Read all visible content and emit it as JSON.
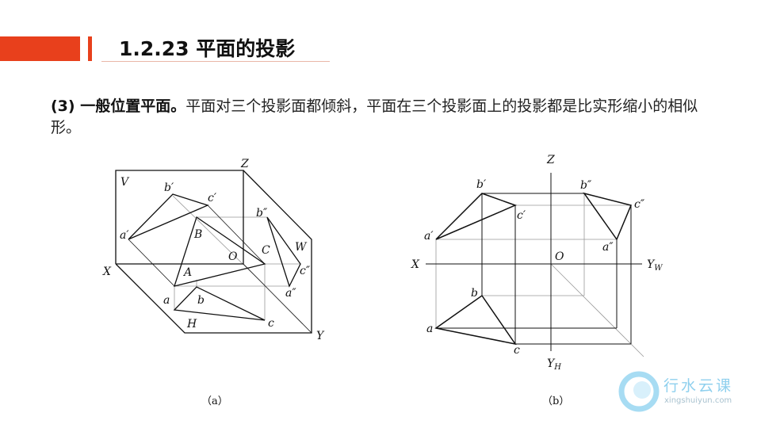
{
  "header": {
    "title": "1.2.23  平面的投影"
  },
  "body": {
    "bold": "(3) 一般位置平面。",
    "text": "平面对三个投影面都倾斜，平面在三个投影面上的投影都是比实形缩小的相似形。"
  },
  "figure_a": {
    "caption": "（a）",
    "labels": {
      "Z": "Z",
      "V": "V",
      "X": "X",
      "Y": "Y",
      "O": "O",
      "W": "W",
      "H": "H",
      "A": "A",
      "B": "B",
      "C": "C",
      "a": "a",
      "b": "b",
      "c": "c",
      "a1": "a′",
      "b1": "b′",
      "c1": "c′",
      "a2": "a″",
      "b2": "b″",
      "c2": "c″"
    }
  },
  "figure_b": {
    "caption": "（b）",
    "labels": {
      "Z": "Z",
      "X": "X",
      "O": "O",
      "YW": "Y",
      "YW_sub": "W",
      "YH": "Y",
      "YH_sub": "H",
      "a": "a",
      "b": "b",
      "c": "c",
      "a1": "a′",
      "b1": "b′",
      "c1": "c′",
      "a2": "a″",
      "b2": "b″",
      "c2": "c″"
    }
  },
  "logo": {
    "name": "行水云课",
    "url": "xingshuiyun.com"
  }
}
